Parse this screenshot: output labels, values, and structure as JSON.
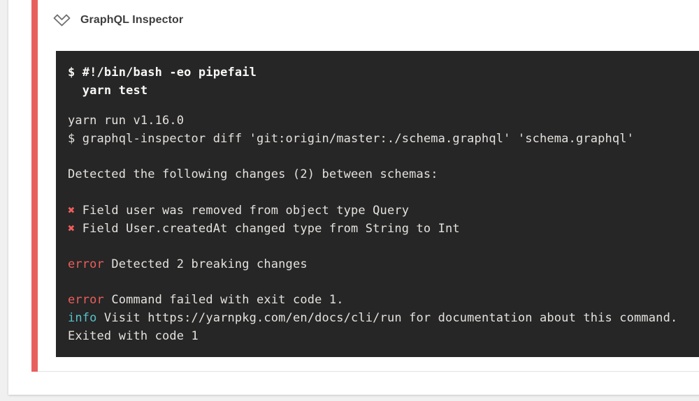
{
  "header": {
    "title": "GraphQL Inspector",
    "collapse_icon": "double-chevron-down-icon"
  },
  "colors": {
    "page_bg": "#f0f0f0",
    "card_bg": "#ffffff",
    "stripe_red": "#e8605e",
    "card_border": "#e3e3e3",
    "terminal_bg": "#262626",
    "terminal_text": "#e4e2de",
    "terminal_bold": "#f8f7f5",
    "error_red": "#ee5e5c",
    "info_cyan": "#58c2cc",
    "title_color": "#3d3d3d"
  },
  "terminal": {
    "lines": [
      {
        "segments": [
          {
            "t": "$ #!/bin/bash -eo pipefail",
            "c": "bold"
          }
        ]
      },
      {
        "segments": [
          {
            "t": "  yarn test",
            "c": "bold"
          }
        ]
      },
      {
        "gap": 17
      },
      {
        "segments": [
          {
            "t": "yarn run v1.16.0",
            "c": "plain"
          }
        ]
      },
      {
        "segments": [
          {
            "t": "$ graphql-inspector diff 'git:origin/master:./schema.graphql' 'schema.graphql'",
            "c": "plain"
          }
        ]
      },
      {
        "gap": 25
      },
      {
        "segments": [
          {
            "t": "Detected the following changes (2) between schemas:",
            "c": "plain"
          }
        ]
      },
      {
        "gap": 26
      },
      {
        "segments": [
          {
            "t": "✖",
            "c": "red"
          },
          {
            "t": " Field user was removed from object type Query",
            "c": "plain"
          }
        ]
      },
      {
        "segments": [
          {
            "t": "✖",
            "c": "red"
          },
          {
            "t": " Field User.createdAt changed type from String to Int",
            "c": "plain"
          }
        ]
      },
      {
        "gap": 25
      },
      {
        "segments": [
          {
            "t": "error",
            "c": "red"
          },
          {
            "t": " Detected 2 breaking changes",
            "c": "plain"
          }
        ]
      },
      {
        "gap": 25
      },
      {
        "segments": [
          {
            "t": "error",
            "c": "red"
          },
          {
            "t": " Command failed with exit code 1.",
            "c": "plain"
          }
        ]
      },
      {
        "segments": [
          {
            "t": "info",
            "c": "cyan"
          },
          {
            "t": " Visit https://yarnpkg.com/en/docs/cli/run for documentation about this command.",
            "c": "plain"
          }
        ]
      },
      {
        "segments": [
          {
            "t": "Exited with code 1",
            "c": "plain"
          }
        ]
      }
    ]
  }
}
